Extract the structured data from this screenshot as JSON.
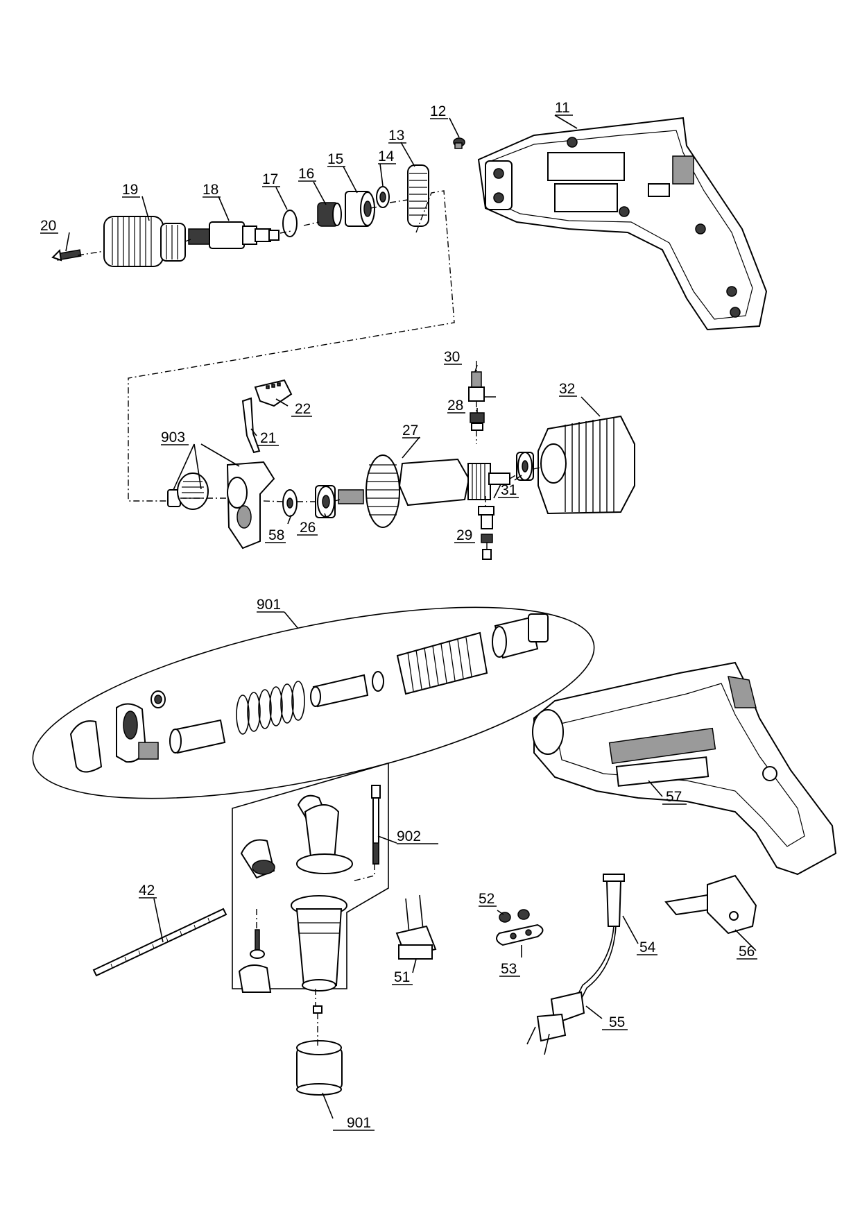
{
  "labels": {
    "p11": "11",
    "p12": "12",
    "p13": "13",
    "p14": "14",
    "p15": "15",
    "p16": "16",
    "p17": "17",
    "p18": "18",
    "p19": "19",
    "p20": "20",
    "p21": "21",
    "p22": "22",
    "p26": "26",
    "p27": "27",
    "p28": "28",
    "p29": "29",
    "p30": "30",
    "p31": "31",
    "p32": "32",
    "p42": "42",
    "p51": "51",
    "p52": "52",
    "p53": "53",
    "p54": "54",
    "p55": "55",
    "p56": "56",
    "p57": "57",
    "p58": "58",
    "p901a": "901",
    "p901b": "901",
    "p902": "902",
    "p903": "903"
  }
}
